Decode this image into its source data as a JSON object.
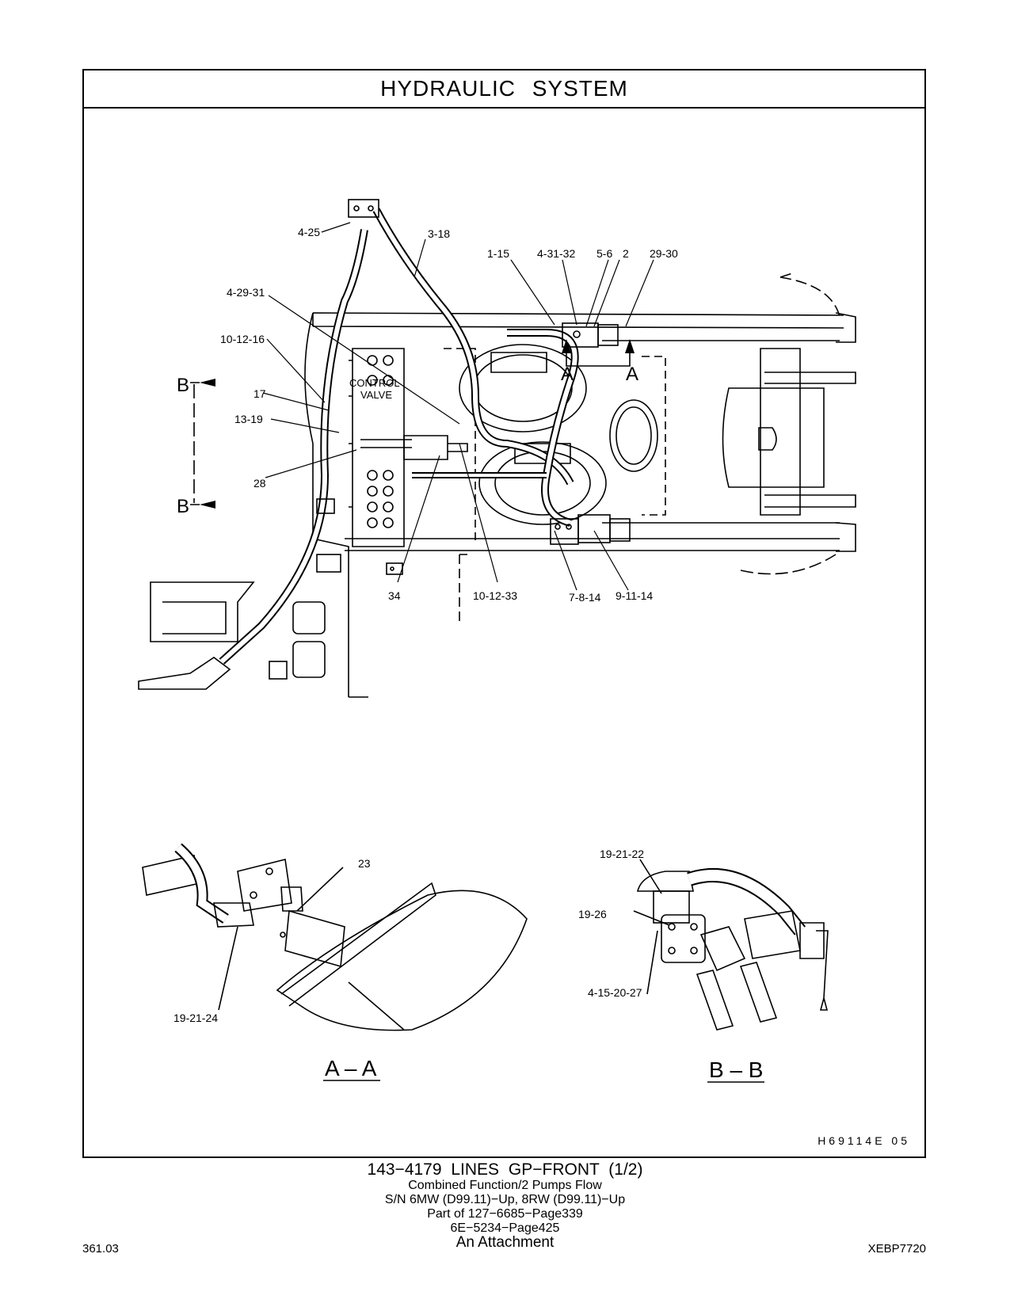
{
  "header": {
    "title": "HYDRAULIC SYSTEM"
  },
  "diagram": {
    "control_valve_label": [
      "CONTROL",
      "VALVE"
    ],
    "callouts": [
      "4-25",
      "3-18",
      "1-15",
      "4-31-32",
      "5-6",
      "2",
      "29-30",
      "4-29-31",
      "10-12-16",
      "17",
      "13-19",
      "28",
      "34",
      "10-12-33",
      "7-8-14",
      "9-11-14",
      "23",
      "19-21-24",
      "19-21-22",
      "19-26",
      "4-15-20-27"
    ],
    "section_markers": {
      "a": "A",
      "b": "B"
    },
    "section_views": {
      "a": "A – A",
      "b": "B – B"
    },
    "drawing_number": "H69114E 05"
  },
  "caption": {
    "part": "143−4179 LINES GP−FRONT (1/2)",
    "line1": "Combined Function/2 Pumps Flow",
    "line2": "S/N 6MW (D99.11)−Up, 8RW (D99.11)−Up",
    "line3": "Part of 127−6685−Page339",
    "line4": "6E−5234−Page425",
    "line5": "An Attachment"
  },
  "footer": {
    "page": "361.03",
    "doc_id": "XEBP7720"
  }
}
